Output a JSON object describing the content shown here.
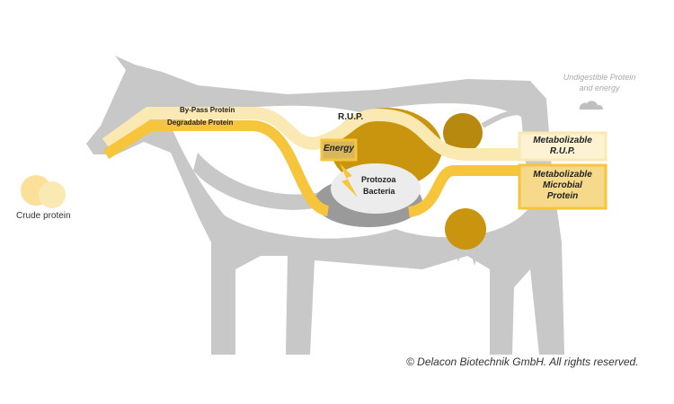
{
  "labels": {
    "bypass": "By-Pass Protein",
    "degradable": "Degradable Protein",
    "rup": "R.U.P.",
    "energy": "Energy",
    "protozoa": "Protozoa",
    "bacteria": "Bacteria",
    "met_rup_1": "Metabolizable",
    "met_rup_2": "R.U.P.",
    "met_mic_1": "Metabolizable",
    "met_mic_2": "Microbial",
    "met_mic_3": "Protein",
    "undigestible_1": "Undigestible Protein",
    "undigestible_2": "and energy",
    "crude": "Crude protein",
    "copyright": "© Delacon Biotechnik GmbH. All rights reserved."
  },
  "colors": {
    "cow": "#c8c8c8",
    "cow_inner": "#ffffff",
    "bypass": "#fbe9b3",
    "degradable": "#f7c53c",
    "organ": "#c9950e",
    "gray_dark": "#9a9a9a"
  }
}
